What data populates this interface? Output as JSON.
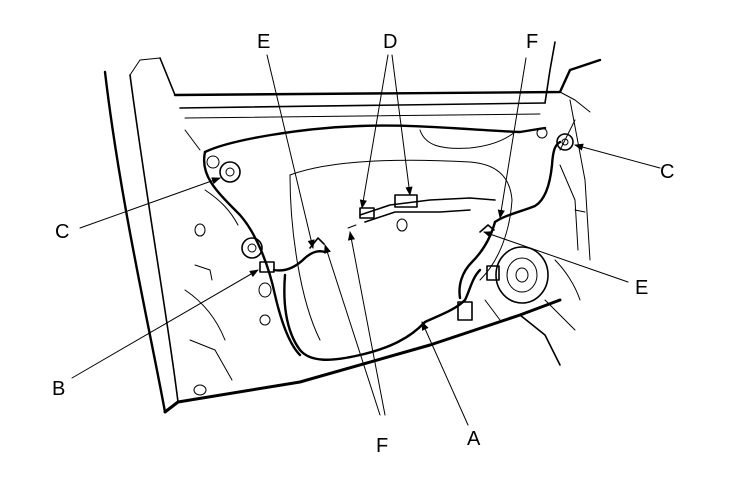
{
  "labels": {
    "a": "A",
    "b": "B",
    "c_left": "C",
    "c_right": "C",
    "d": "D",
    "e_top": "E",
    "e_right": "E",
    "f_top": "F",
    "f_bottom": "F"
  }
}
